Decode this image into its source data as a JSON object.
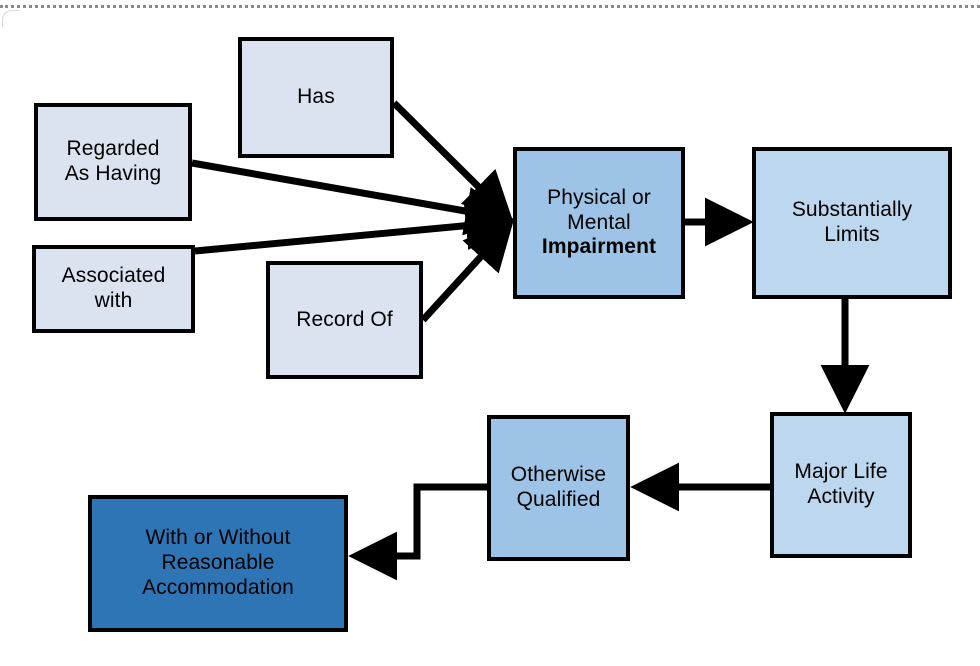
{
  "page": {
    "background": "#ffffff",
    "divider_color": "#8a8a8a"
  },
  "palette": {
    "light": "#dce3f0",
    "mid": "#9dc3e6",
    "pale": "#bdd7ee",
    "dark": "#2e75b6",
    "outline": "#000000",
    "text": "#000000"
  },
  "diagram": {
    "type": "flowchart",
    "nodes": {
      "has": {
        "label": "Has"
      },
      "regarded_as_having": {
        "line1": "Regarded",
        "line2": "As Having"
      },
      "associated_with": {
        "line1": "Associated",
        "line2": "with"
      },
      "record_of": {
        "label": "Record Of"
      },
      "impairment": {
        "line1": "Physical or",
        "line2": "Mental",
        "line3": "Impairment"
      },
      "substantially_limits": {
        "line1": "Substantially",
        "line2": "Limits"
      },
      "major_life_activity": {
        "line1": "Major Life",
        "line2": "Activity"
      },
      "otherwise_qualified": {
        "line1": "Otherwise",
        "line2": "Qualified"
      },
      "accommodation": {
        "line1": "With or Without",
        "line2": "Reasonable",
        "line3": "Accommodation"
      }
    },
    "edges": [
      {
        "from": "has",
        "to": "impairment"
      },
      {
        "from": "regarded_as_having",
        "to": "impairment"
      },
      {
        "from": "associated_with",
        "to": "impairment"
      },
      {
        "from": "record_of",
        "to": "impairment"
      },
      {
        "from": "impairment",
        "to": "substantially_limits"
      },
      {
        "from": "substantially_limits",
        "to": "major_life_activity"
      },
      {
        "from": "major_life_activity",
        "to": "otherwise_qualified"
      },
      {
        "from": "otherwise_qualified",
        "to": "accommodation"
      }
    ]
  }
}
